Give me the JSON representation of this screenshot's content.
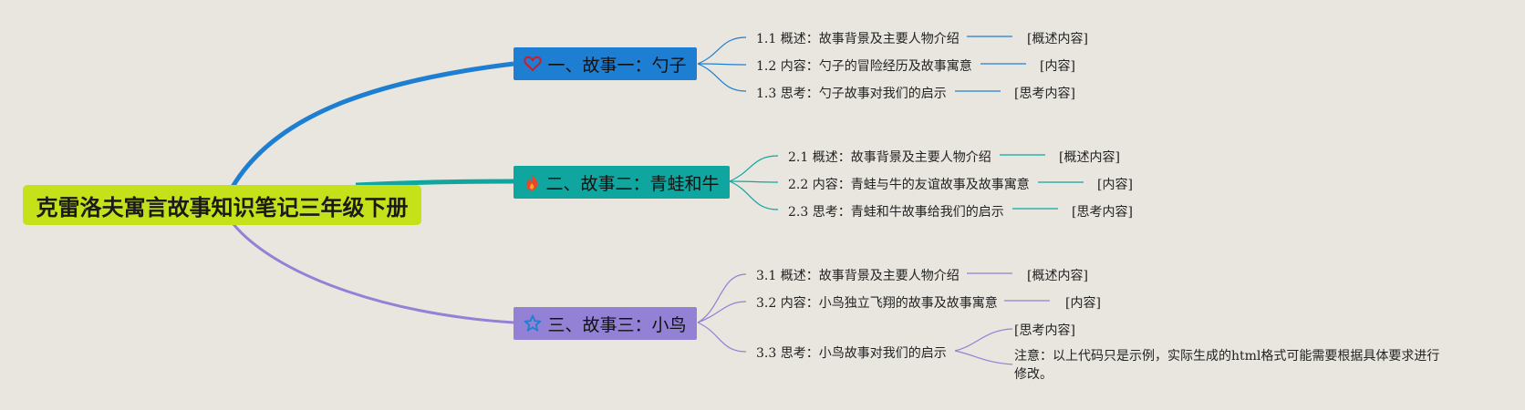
{
  "root": {
    "title": "克雷洛夫寓言故事知识笔记三年级下册"
  },
  "colors": {
    "root": "#c5e11a",
    "b1": "#1e7fd2",
    "b2": "#0fa6a0",
    "b3": "#9281d5"
  },
  "branches": [
    {
      "label": "一、故事一：勺子",
      "icon": "heart-icon",
      "items": [
        {
          "text": "1.1 概述：故事背景及主要人物介绍",
          "detail": "[概述内容]"
        },
        {
          "text": "1.2 内容：勺子的冒险经历及故事寓意",
          "detail": "[内容]"
        },
        {
          "text": "1.3 思考：勺子故事对我们的启示",
          "detail": "[思考内容]"
        }
      ]
    },
    {
      "label": "二、故事二：青蛙和牛",
      "icon": "fire-icon",
      "items": [
        {
          "text": "2.1 概述：故事背景及主要人物介绍",
          "detail": "[概述内容]"
        },
        {
          "text": "2.2 内容：青蛙与牛的友谊故事及故事寓意",
          "detail": "[内容]"
        },
        {
          "text": "2.3 思考：青蛙和牛故事给我们的启示",
          "detail": "[思考内容]"
        }
      ]
    },
    {
      "label": "三、故事三：小鸟",
      "icon": "star-icon",
      "items": [
        {
          "text": "3.1 概述：故事背景及主要人物介绍",
          "detail": "[概述内容]"
        },
        {
          "text": "3.2 内容：小鸟独立飞翔的故事及故事寓意",
          "detail": "[内容]"
        },
        {
          "text": "3.3 思考：小鸟故事对我们的启示",
          "detail": "[思考内容]",
          "note": "注意：以上代码只是示例，实际生成的html格式可能需要根据具体要求进行修改。"
        }
      ]
    }
  ]
}
